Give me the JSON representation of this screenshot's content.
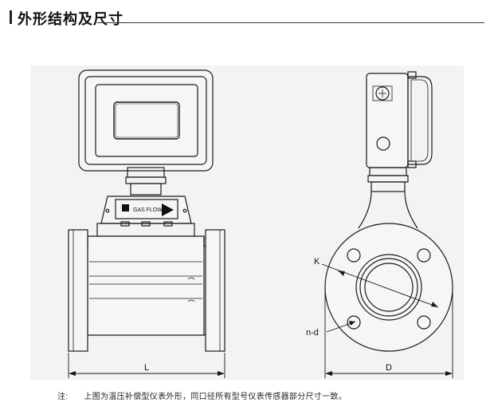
{
  "header": {
    "title": "外形结构及尺寸"
  },
  "nameplate": {
    "text": "GAS  FLOW"
  },
  "dimensions": {
    "length": "L",
    "diameter": "D",
    "bolt_circle": "K",
    "holes": "n-d"
  },
  "note": {
    "label": "注:",
    "text": "上图为温压补偿型仪表外形，同口径所有型号仪表传感器部分尺寸一致。"
  },
  "colors": {
    "line": "#1a1a1a",
    "paper": "#f3f3f3",
    "accent": "#111111"
  }
}
